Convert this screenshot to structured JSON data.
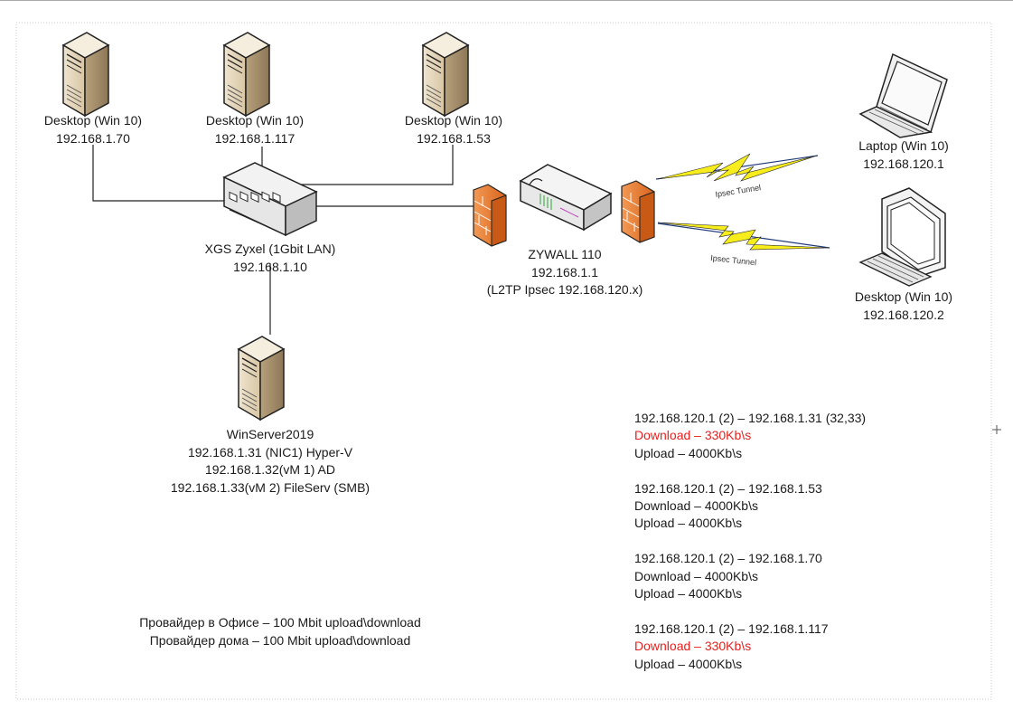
{
  "nodes": {
    "desktop1": {
      "name": "Desktop (Win 10)",
      "ip": "192.168.1.70"
    },
    "desktop2": {
      "name": "Desktop (Win 10)",
      "ip": "192.168.1.117"
    },
    "desktop3": {
      "name": "Desktop (Win 10)",
      "ip": "192.168.1.53"
    },
    "switch": {
      "name": "XGS Zyxel (1Gbit LAN)",
      "ip": "192.168.1.10"
    },
    "firewall": {
      "name": "ZYWALL 110",
      "ip": "192.168.1.1",
      "extra": "(L2TP Ipsec 192.168.120.x)"
    },
    "laptop": {
      "name": "Laptop (Win 10)",
      "ip": "192.168.120.1"
    },
    "remote_desktop": {
      "name": "Desktop (Win 10)",
      "ip": "192.168.120.2"
    },
    "server": {
      "name": "WinServer2019",
      "line1": "192.168.1.31 (NIC1) Hyper-V",
      "line2": "192.168.1.32(vM 1) AD",
      "line3": "192.168.1.33(vM 2) FileServ (SMB)"
    }
  },
  "tunnels": {
    "top": "Ipsec Tunnel",
    "bottom": "Ipsec Tunnel"
  },
  "tests": [
    {
      "route": "192.168.120.1 (2) – 192.168.1.31 (32,33)",
      "download": "Download – 330Kb\\s",
      "upload": "Upload – 4000Kb\\s"
    },
    {
      "route": "192.168.120.1 (2) – 192.168.1.53",
      "download": "Download – 4000Kb\\s",
      "upload": "Upload – 4000Kb\\s"
    },
    {
      "route": "192.168.120.1 (2) – 192.168.1.70",
      "download": "Download – 4000Kb\\s",
      "upload": "Upload – 4000Kb\\s"
    },
    {
      "route": "192.168.120.1 (2) – 192.168.1.117",
      "download": "Download – 330Kb\\s",
      "upload": "Upload – 4000Kb\\s"
    }
  ],
  "providers": {
    "office": "Провайдер в Офисе – 100 Mbit upload\\download",
    "home": "Провайдер дома – 100 Mbit upload\\download"
  },
  "colors": {
    "slow": "#e8201e",
    "normal": "#1a1a1a",
    "lightning": "#f7ec1c",
    "brick": "#e8772e"
  }
}
